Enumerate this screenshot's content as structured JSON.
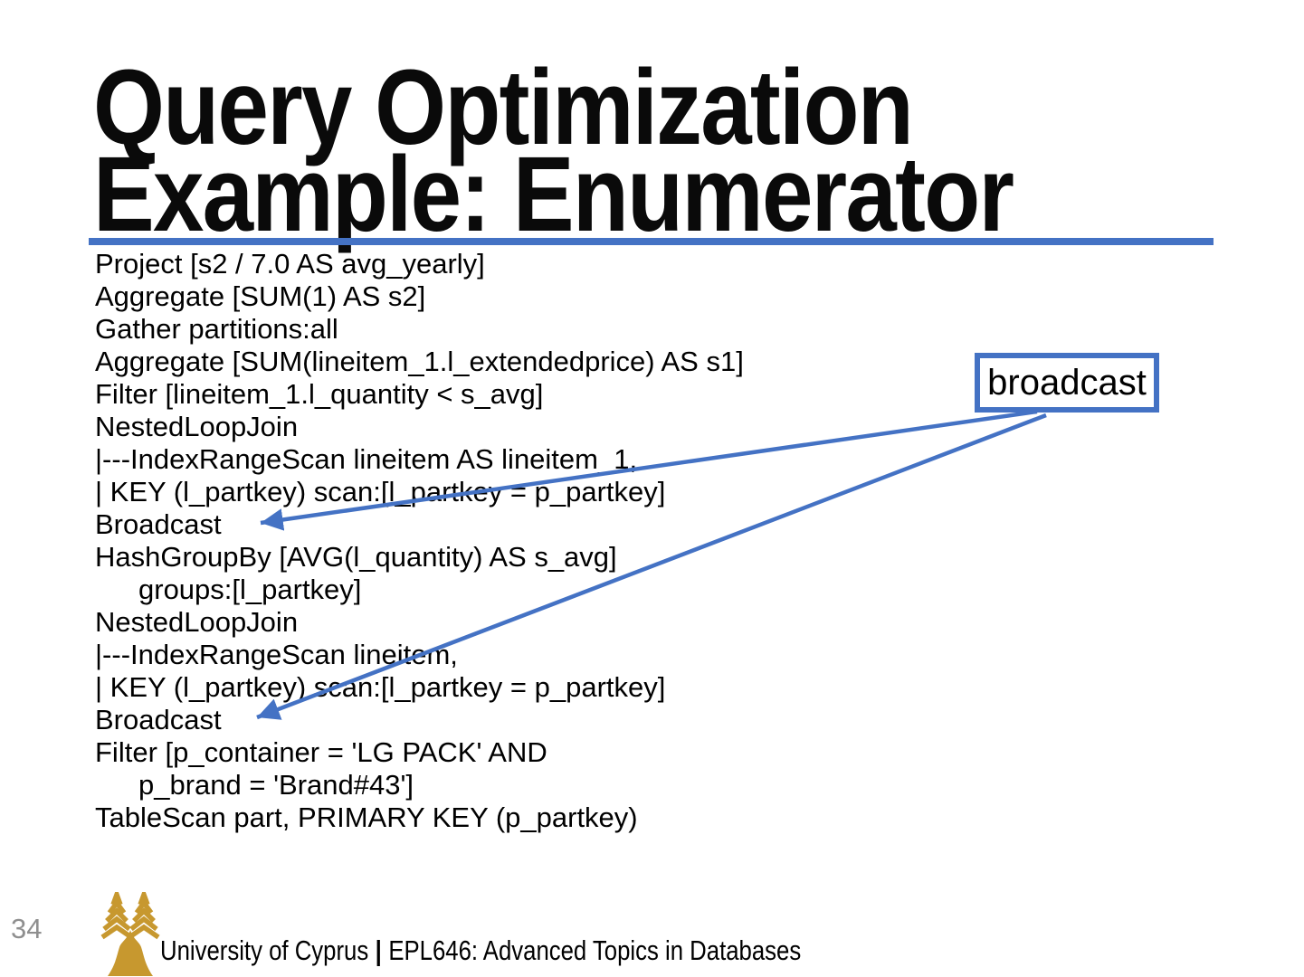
{
  "slide": {
    "title_lines": [
      "Query Optimization",
      "Example: Enumerator"
    ],
    "page_number": "34",
    "accent_color": "#4472C4",
    "logo_color": "#C7982F",
    "page_number_color": "#8f8f8f"
  },
  "plan": {
    "lines": [
      {
        "text": "Project [s2 / 7.0 AS avg_yearly]",
        "indent": false
      },
      {
        "text": "Aggregate [SUM(1) AS s2]",
        "indent": false
      },
      {
        "text": "Gather partitions:all",
        "indent": false
      },
      {
        "text": "Aggregate [SUM(lineitem_1.l_extendedprice) AS s1]",
        "indent": false
      },
      {
        "text": "Filter [lineitem_1.l_quantity < s_avg]",
        "indent": false
      },
      {
        "text": "NestedLoopJoin",
        "indent": false
      },
      {
        "text": "|---IndexRangeScan lineitem AS lineitem_1,",
        "indent": false
      },
      {
        "text": "| KEY (l_partkey) scan:[l_partkey = p_partkey]",
        "indent": false
      },
      {
        "text": "Broadcast",
        "indent": false
      },
      {
        "text": "HashGroupBy [AVG(l_quantity) AS s_avg]",
        "indent": false
      },
      {
        "text": "groups:[l_partkey]",
        "indent": true
      },
      {
        "text": "NestedLoopJoin",
        "indent": false
      },
      {
        "text": "|---IndexRangeScan lineitem,",
        "indent": false
      },
      {
        "text": "| KEY (l_partkey) scan:[l_partkey = p_partkey]",
        "indent": false
      },
      {
        "text": "Broadcast",
        "indent": false
      },
      {
        "text": "Filter [p_container = 'LG PACK' AND",
        "indent": false
      },
      {
        "text": "p_brand = 'Brand#43']",
        "indent": true
      },
      {
        "text": "TableScan part, PRIMARY KEY (p_partkey)",
        "indent": false
      }
    ]
  },
  "callout": {
    "label": "broadcast"
  },
  "footer": {
    "institution": "University of Cyprus",
    "separator": "|",
    "course": "EPL646: Advanced Topics in Databases"
  }
}
